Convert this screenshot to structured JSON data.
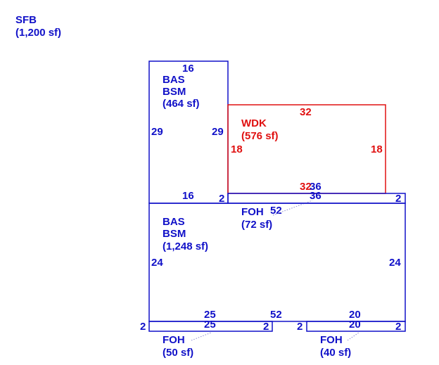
{
  "colors": {
    "structure": "#1010c8",
    "deck": "#e01010",
    "dotted": "#8a8ad0"
  },
  "summary": {
    "code": "SFB",
    "area": "(1,200 sf)"
  },
  "areas": {
    "upper_bas": {
      "code1": "BAS",
      "code2": "BSM",
      "area": "(464 sf)"
    },
    "wdk": {
      "code": "WDK",
      "area": "(576 sf)"
    },
    "foh_top": {
      "code": "FOH",
      "area": "(72 sf)"
    },
    "main_bas": {
      "code1": "BAS",
      "code2": "BSM",
      "area": "(1,248 sf)"
    },
    "foh_left": {
      "code": "FOH",
      "area": "(50 sf)"
    },
    "foh_right": {
      "code": "FOH",
      "area": "(40 sf)"
    }
  },
  "dimensions": {
    "upper_top": "16",
    "upper_left": "29",
    "upper_right": "29",
    "upper_bottom": "16",
    "upper_corner": "2",
    "wdk_top": "32",
    "wdk_left": "18",
    "wdk_right": "18",
    "wdk_bottom": "32",
    "foh_top_top": "36",
    "foh_top_bottom": "36",
    "foh_top_right": "2",
    "foh_top_len": "52",
    "main_left": "24",
    "main_right": "24",
    "main_bottom_left": "25",
    "main_bottom_mid": "52",
    "main_bottom_right": "20",
    "foh_left_top": "25",
    "foh_left_left": "2",
    "foh_left_right": "2",
    "foh_right_top": "20",
    "foh_right_left": "2",
    "foh_right_right": "2"
  }
}
